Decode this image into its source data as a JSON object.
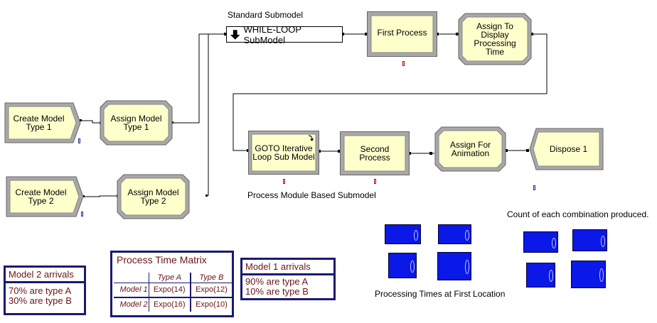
{
  "modules": {
    "create1": "Create Model\nType 1",
    "create2": "Create Model\nType 2",
    "assign1": "Assign Model\nType 1",
    "assign2": "Assign Model\nType 2",
    "first_process": "First Process",
    "assign_display": "Assign To\nDisplay\nProcessing\nTime",
    "goto_loop": "GOTO Iterative\nLoop Sub Model",
    "second_process": "Second\nProcess",
    "assign_animation": "Assign For\nAnimation",
    "dispose": "Dispose 1"
  },
  "submodel": {
    "label": "WHILE-LOOP SubModel",
    "icon": "down-arrow-icon"
  },
  "labels": {
    "standard_submodel": "Standard Submodel",
    "process_based": "Process Module Based Submodel",
    "processing_times": "Processing Times at First Location",
    "count_combinations": "Count of each combination produced."
  },
  "model2_box": {
    "title": "Model 2 arrivals",
    "lines": [
      "70% are type A",
      "30% are type B"
    ]
  },
  "model1_box": {
    "title": "Model 1 arrivals",
    "lines": [
      "90% are type A",
      "10% are type B"
    ]
  },
  "matrix": {
    "title": "Process Time Matrix",
    "col_headers": [
      "Type A",
      "Type B"
    ],
    "rows": [
      {
        "label": "Model 1",
        "cells": [
          "Expo(14)",
          "Expo(12)"
        ]
      },
      {
        "label": "Model 2",
        "cells": [
          "Expo(16)",
          "Expo(10)"
        ]
      }
    ]
  },
  "colors": {
    "module_fill": "#ffffcc",
    "frame": "#a8a8a8",
    "blue_rect": "#0a18e8",
    "box_border": "#1a1a70",
    "box_text": "#6b1414"
  }
}
